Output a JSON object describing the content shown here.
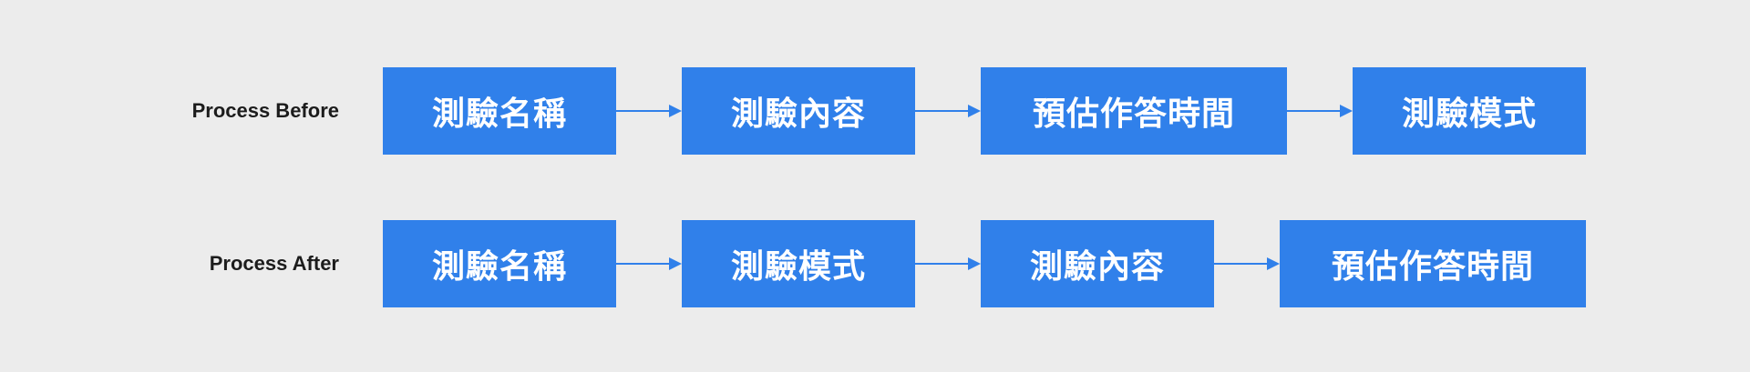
{
  "colors": {
    "background": "#ececec",
    "step_fill": "#3080ea",
    "step_text": "#ffffff",
    "arrow": "#3080ea",
    "label_text": "#1c1c1c"
  },
  "rows": [
    {
      "label": "Process Before",
      "steps": [
        "測驗名稱",
        "測驗內容",
        "預估作答時間",
        "測驗模式"
      ]
    },
    {
      "label": "Process After",
      "steps": [
        "測驗名稱",
        "測驗模式",
        "測驗內容",
        "預估作答時間"
      ]
    }
  ]
}
